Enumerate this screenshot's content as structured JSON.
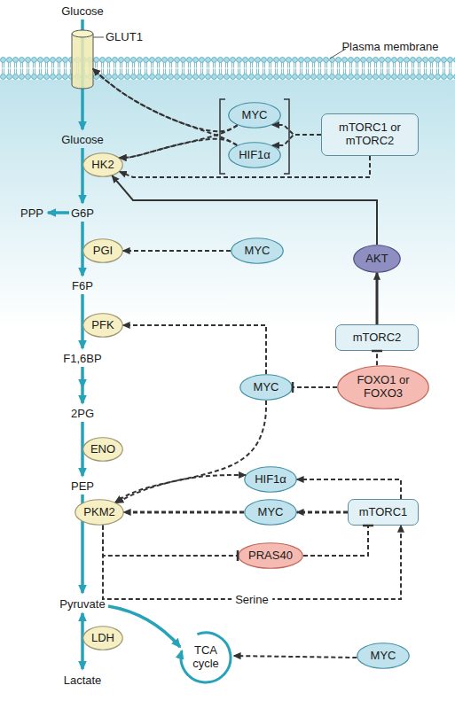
{
  "diagram": {
    "nodes": [
      {
        "text": [
          "GLUT1"
        ]
      },
      {
        "text": [
          "MYC"
        ]
      },
      {
        "text": [
          "HIF1α"
        ]
      },
      {
        "text": [
          "mTORC1 or mTORC2"
        ]
      },
      {
        "text": [
          "HK2"
        ]
      },
      {
        "text": [
          "PGI"
        ]
      },
      {
        "text": [
          "MYC"
        ]
      },
      {
        "text": [
          "AKT"
        ]
      },
      {
        "text": [
          "PFK"
        ]
      },
      {
        "text": [
          "mTORC2"
        ]
      },
      {
        "text": [
          "MYC"
        ]
      },
      {
        "text": [
          "FOXO1 or FOXO3"
        ]
      },
      {
        "text": [
          "ENO"
        ]
      },
      {
        "text": [
          "HIF1α"
        ]
      },
      {
        "text": [
          "PKM2"
        ]
      },
      {
        "text": [
          "MYC"
        ]
      },
      {
        "text": [
          "mTORC1"
        ]
      },
      {
        "text": [
          "PRAS40"
        ]
      },
      {
        "text": [
          "TCA cycle"
        ]
      },
      {
        "text": [
          "LDH"
        ]
      },
      {
        "text": [
          "MYC"
        ]
      }
    ],
    "edges": [
      {
        "from": 1,
        "to": 0,
        "arrow": "to"
      },
      {
        "from": 2,
        "to": 0,
        "arrow": "to"
      },
      {
        "from": 1,
        "to": 4,
        "arrow": "to"
      },
      {
        "from": 2,
        "to": 4,
        "arrow": "to"
      },
      {
        "from": 3,
        "to": 1,
        "arrow": "to"
      },
      {
        "from": 3,
        "to": 2,
        "arrow": "to"
      },
      {
        "from": 3,
        "to": 4,
        "arrow": "to"
      },
      {
        "from": 7,
        "to": 4,
        "arrow": "to"
      },
      {
        "from": 6,
        "to": 5,
        "arrow": "to"
      },
      {
        "from": 9,
        "to": 7,
        "arrow": "to"
      },
      {
        "from": 11,
        "to": 9,
        "arrow": "to"
      },
      {
        "from": 11,
        "to": 10,
        "arrow": "to"
      },
      {
        "from": 10,
        "to": 8,
        "arrow": "to"
      },
      {
        "from": 10,
        "to": 14,
        "arrow": "to"
      },
      {
        "from": 13,
        "to": 14,
        "arrow": "both"
      },
      {
        "from": 16,
        "to": 13,
        "arrow": "to"
      },
      {
        "from": 16,
        "to": 15,
        "arrow": "to"
      },
      {
        "from": 15,
        "to": 14,
        "arrow": "to"
      },
      {
        "from": 14,
        "to": 17,
        "arrow": "to"
      },
      {
        "from": 17,
        "to": 16,
        "arrow": "to"
      },
      {
        "from": 14,
        "to": 16,
        "label": "Serine",
        "arrow": "to"
      },
      {
        "from": 20,
        "to": 18,
        "arrow": "to"
      }
    ],
    "labels": [
      "Glucose",
      "Plasma membrane",
      "Glucose",
      "PPP",
      "G6P",
      "F6P",
      "F1,6BP",
      "2PG",
      "PEP",
      "Pyruvate",
      "Lactate"
    ]
  }
}
